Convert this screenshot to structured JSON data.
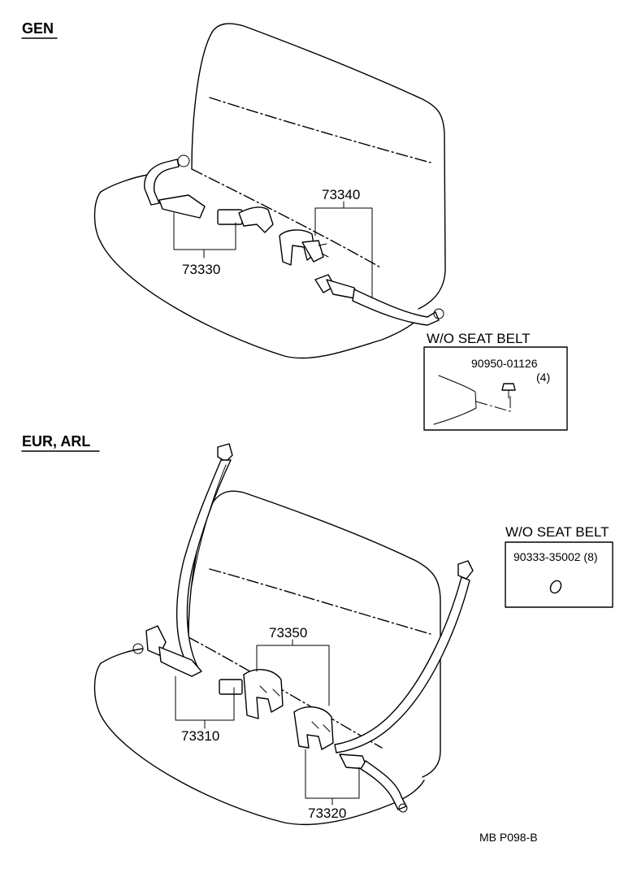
{
  "sections": {
    "gen": "GEN",
    "eur": "EUR, ARL"
  },
  "parts": {
    "p73330": "73330",
    "p73340": "73340",
    "p73350": "73350",
    "p73310": "73310",
    "p73320": "73320"
  },
  "callouts": {
    "gen_box": {
      "title": "W/O SEAT BELT",
      "part": "90950-01126",
      "qty": "(4)"
    },
    "eur_box": {
      "title": "W/O SEAT BELT",
      "part": "90333-35002 (8)"
    }
  },
  "footer": {
    "code": "MB P098-B"
  }
}
